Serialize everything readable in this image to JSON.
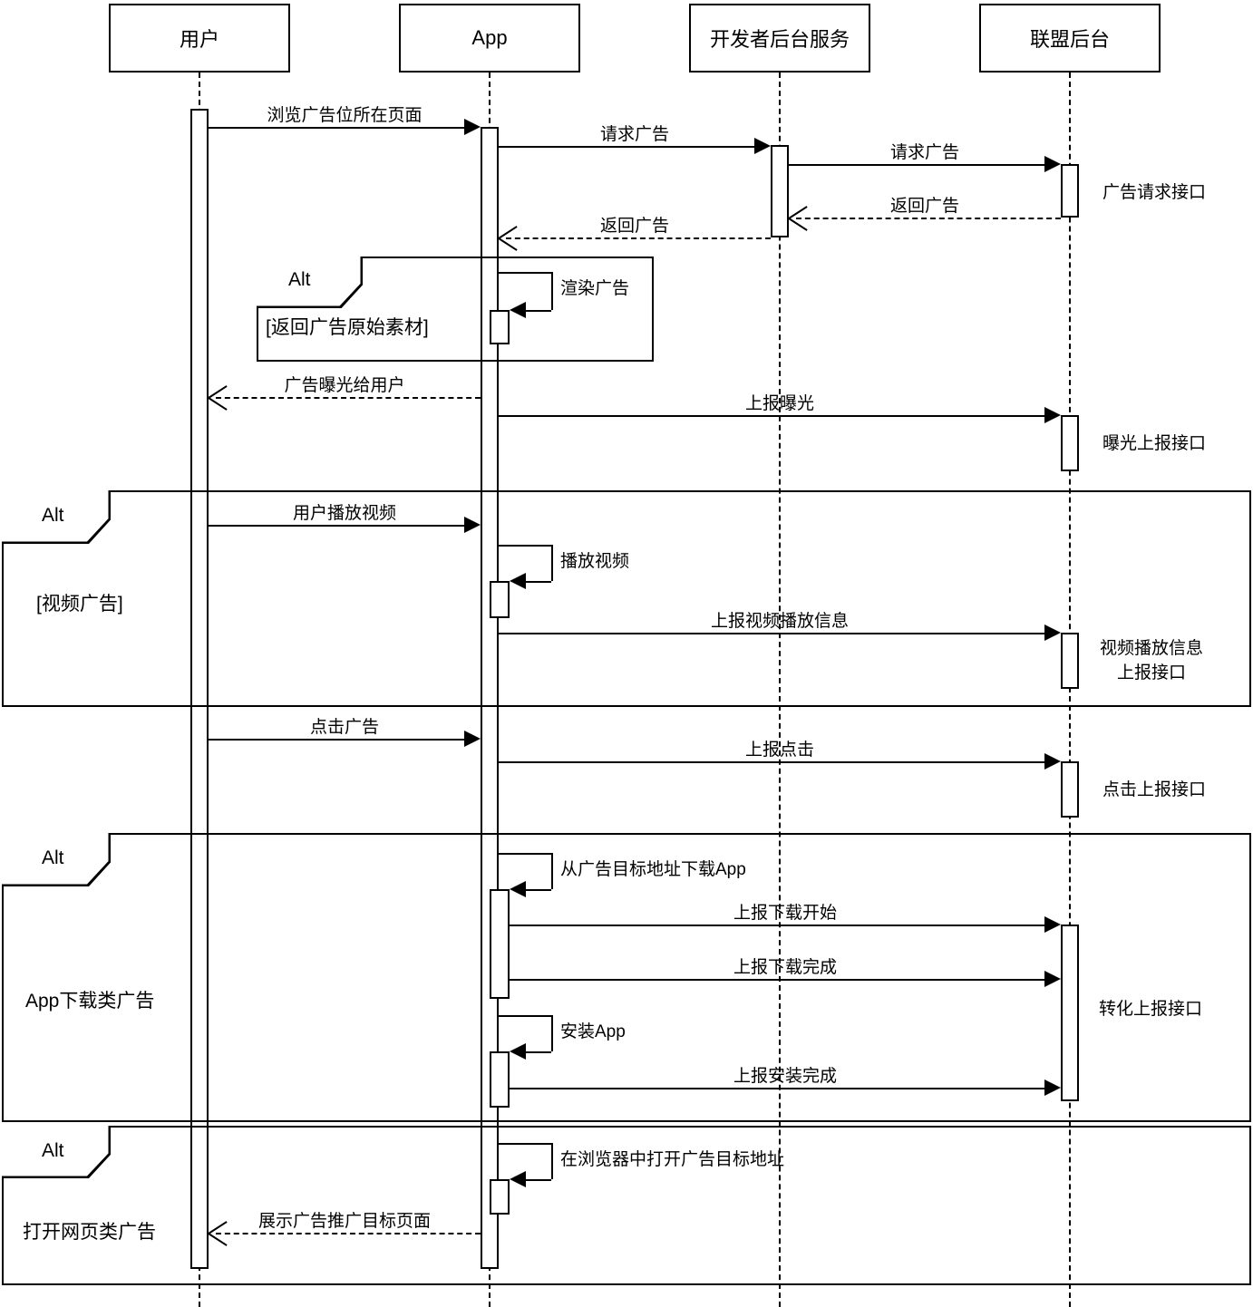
{
  "diagram": {
    "type": "sequence-diagram",
    "colors": {
      "line": "#000000",
      "background": "#ffffff"
    },
    "participants": [
      {
        "name": "用户"
      },
      {
        "name": "App"
      },
      {
        "name": "开发者后台服务"
      },
      {
        "name": "联盟后台"
      }
    ],
    "alt_frames": [
      {
        "label": "Alt",
        "condition": "[返回广告原始素材]"
      },
      {
        "label": "Alt",
        "condition": "[视频广告]"
      },
      {
        "label": "Alt",
        "condition": "App下载类广告"
      },
      {
        "label": "Alt",
        "condition": "打开网页类广告"
      }
    ],
    "messages": [
      {
        "label": "浏览广告位所在页面",
        "from": "用户",
        "to": "App",
        "type": "sync"
      },
      {
        "label": "请求广告",
        "from": "App",
        "to": "开发者后台服务",
        "type": "sync"
      },
      {
        "label": "请求广告",
        "from": "开发者后台服务",
        "to": "联盟后台",
        "type": "sync"
      },
      {
        "label": "返回广告",
        "from": "联盟后台",
        "to": "开发者后台服务",
        "type": "return"
      },
      {
        "label": "返回广告",
        "from": "开发者后台服务",
        "to": "App",
        "type": "return"
      },
      {
        "label": "广告曝光给用户",
        "from": "App",
        "to": "用户",
        "type": "return"
      },
      {
        "label": "上报曝光",
        "from": "App",
        "to": "联盟后台",
        "type": "sync"
      },
      {
        "label": "用户播放视频",
        "from": "用户",
        "to": "App",
        "type": "sync"
      },
      {
        "label": "上报视频播放信息",
        "from": "App",
        "to": "联盟后台",
        "type": "sync"
      },
      {
        "label": "点击广告",
        "from": "用户",
        "to": "App",
        "type": "sync"
      },
      {
        "label": "上报点击",
        "from": "App",
        "to": "联盟后台",
        "type": "sync"
      },
      {
        "label": "上报下载开始",
        "from": "App",
        "to": "联盟后台",
        "type": "sync"
      },
      {
        "label": "上报下载完成",
        "from": "App",
        "to": "联盟后台",
        "type": "sync"
      },
      {
        "label": "上报安装完成",
        "from": "App",
        "to": "联盟后台",
        "type": "sync"
      },
      {
        "label": "展示广告推广目标页面",
        "from": "App",
        "to": "用户",
        "type": "return"
      }
    ],
    "self_messages": [
      {
        "label": "渲染广告",
        "on": "App"
      },
      {
        "label": "播放视频",
        "on": "App"
      },
      {
        "label": "从广告目标地址下载App",
        "on": "App"
      },
      {
        "label": "安装App",
        "on": "App"
      },
      {
        "label": "在浏览器中打开广告目标地址",
        "on": "App"
      }
    ],
    "interfaces": [
      {
        "lines": [
          "广告请求接口"
        ]
      },
      {
        "lines": [
          "曝光上报接口"
        ]
      },
      {
        "lines": [
          "视频播放信息",
          "上报接口"
        ]
      },
      {
        "lines": [
          "点击上报接口"
        ]
      },
      {
        "lines": [
          "转化上报接口"
        ]
      }
    ]
  }
}
